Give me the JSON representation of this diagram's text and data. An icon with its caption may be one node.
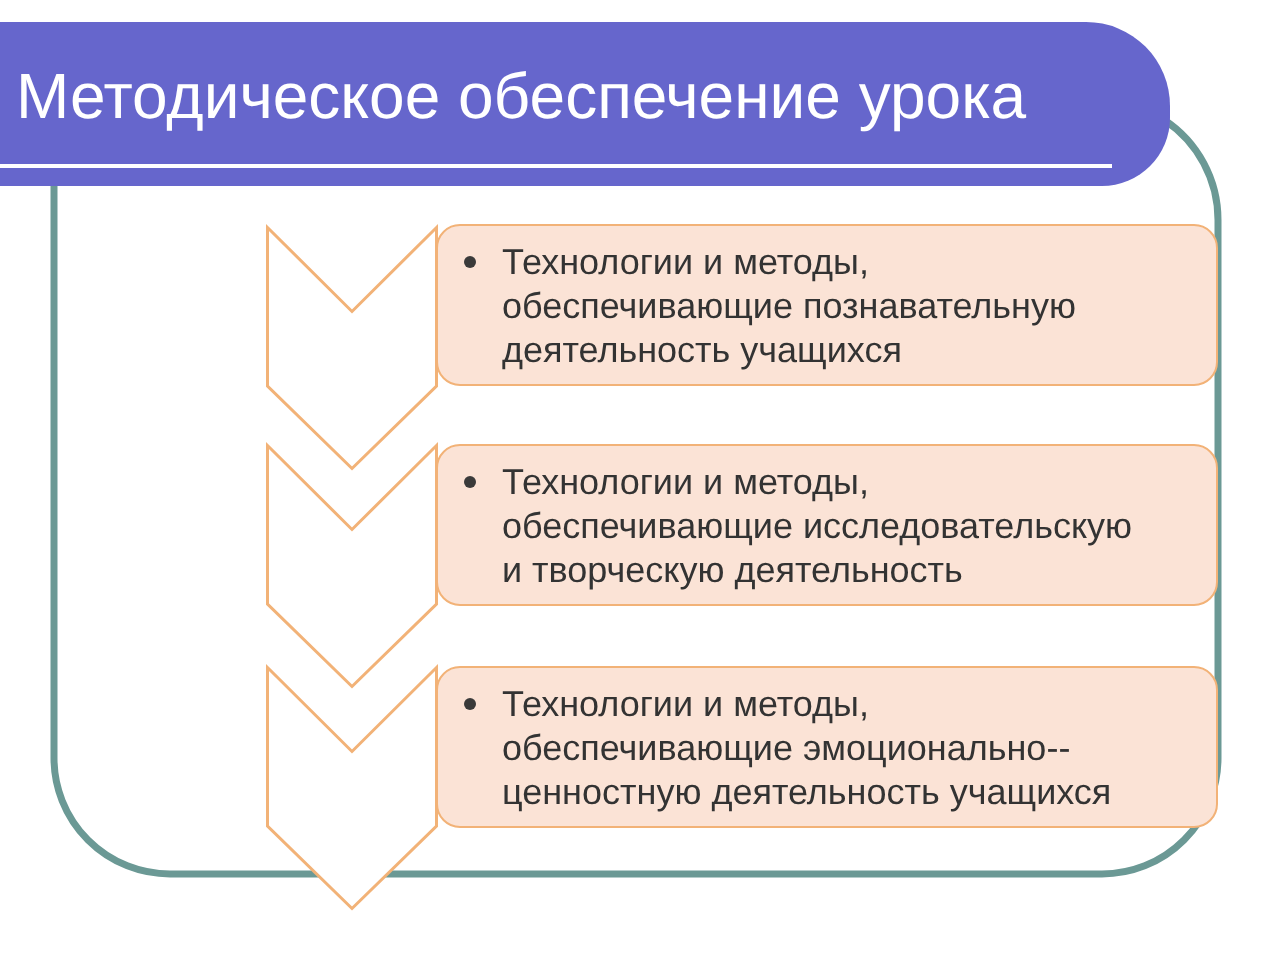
{
  "diagram": {
    "title": "Методическое обеспечение урока",
    "nodes": [
      {
        "text": [],
        "shape": "chevron"
      },
      {
        "text": [
          "Технологии и методы, обеспечивающие познавательную деятельность учащихся"
        ]
      },
      {
        "text": [],
        "shape": "chevron"
      },
      {
        "text": [
          "Технологии и методы, обеспечивающие исследовательскую и творческую деятельность"
        ]
      },
      {
        "text": [],
        "shape": "chevron"
      },
      {
        "text": [
          "Технологии и методы, обеспечивающие эмоционально-- ценностную деятельность учащихся"
        ]
      }
    ]
  }
}
